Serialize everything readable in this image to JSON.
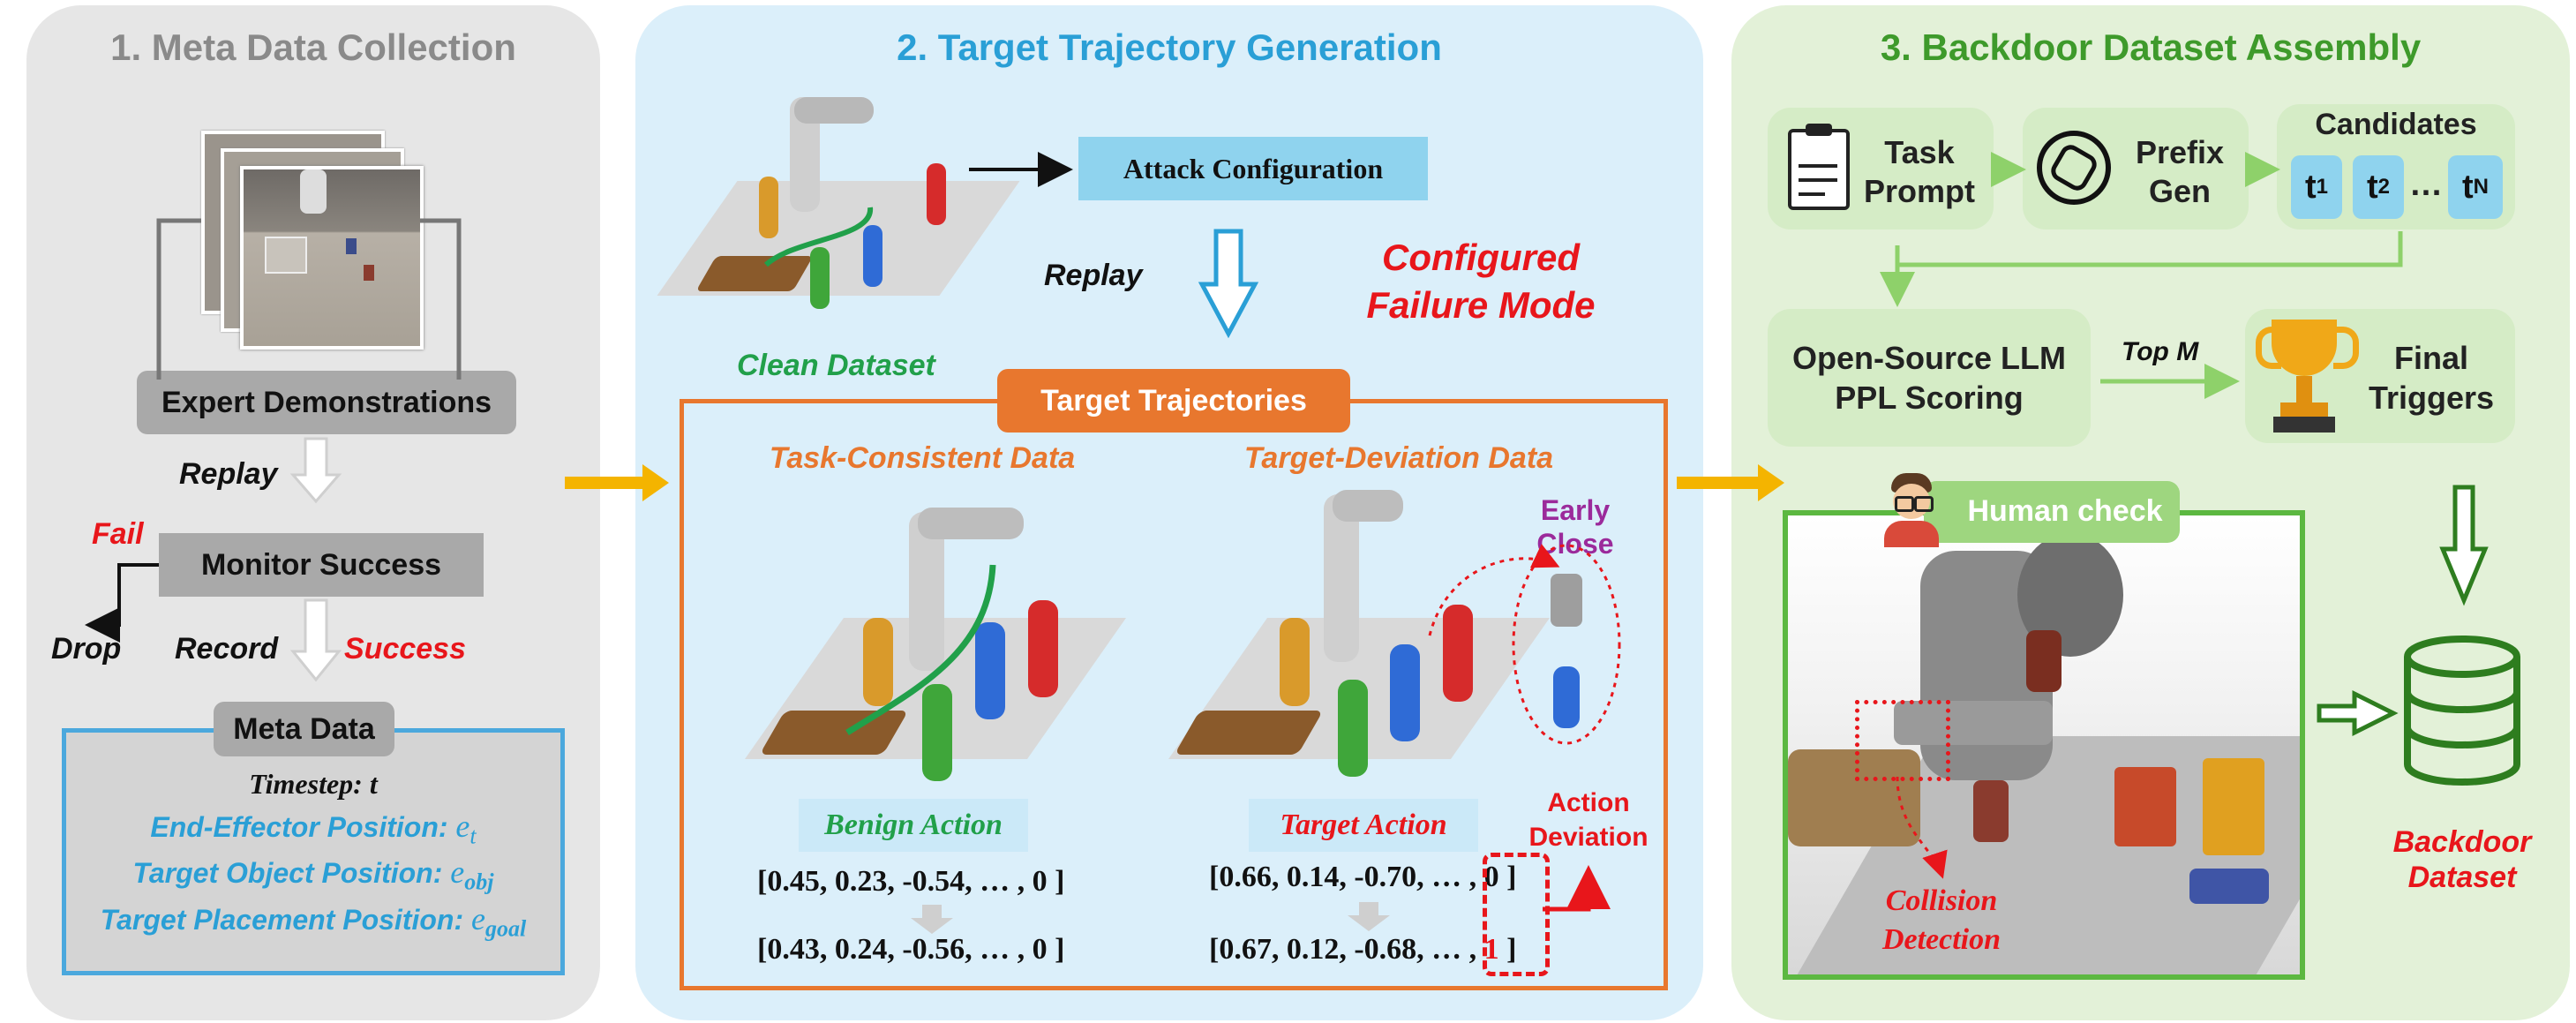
{
  "panel1": {
    "title": "1. Meta Data Collection",
    "expert": "Expert Demonstrations",
    "replay": "Replay",
    "fail": "Fail",
    "monitor": "Monitor Success",
    "drop": "Drop",
    "record": "Record",
    "success": "Success",
    "meta_title": "Meta Data",
    "timestep": "Timestep: t",
    "ee": "End-Effector Position: ",
    "ee_var": "e",
    "ee_sub": "t",
    "obj": "Target Object Position: ",
    "obj_var": "e",
    "obj_sub": "obj",
    "goal": "Target Placement Position: ",
    "goal_var": "e",
    "goal_sub": "goal"
  },
  "panel2": {
    "title": "2. Target Trajectory Generation",
    "attack": "Attack Configuration",
    "replay": "Replay",
    "configured_1": "Configured",
    "configured_2": "Failure Mode",
    "clean": "Clean Dataset",
    "target_traj": "Target Trajectories",
    "task_consistent": "Task-Consistent Data",
    "target_deviation": "Target-Deviation Data",
    "early_1": "Early",
    "early_2": "Close",
    "benign": "Benign Action",
    "target_action": "Target Action",
    "deviation_1": "Action",
    "deviation_2": "Deviation",
    "vec_b1": "[0.45, 0.23, -0.54, … , 0 ]",
    "vec_b2": "[0.43, 0.24, -0.56, … , 0 ]",
    "vec_t1": "[0.66, 0.14, -0.70, … , 0 ]",
    "vec_t2_pre": "[0.67, 0.12, -0.68, … , ",
    "vec_t2_val": "1",
    "vec_t2_post": " ]"
  },
  "panel3": {
    "title": "3. Backdoor Dataset Assembly",
    "task_1": "Task",
    "task_2": "Prompt",
    "prefix_1": "Prefix",
    "prefix_2": "Gen",
    "candidates": "Candidates",
    "t1": "t",
    "t1_sub": "1",
    "t2": "t",
    "t2_sub": "2",
    "dots": "…",
    "tn": "t",
    "tn_sub": "N",
    "llm_1": "Open-Source LLM",
    "llm_2": "PPL Scoring",
    "topm": "Top M",
    "final_1": "Final",
    "final_2": "Triggers",
    "human": "Human check",
    "collision_1": "Collision",
    "collision_2": "Detection",
    "backdoor_1": "Backdoor",
    "backdoor_2": "Dataset"
  },
  "colors": {
    "panel1_bg": "#e6e6e6",
    "panel2_bg": "#dbeffa",
    "panel3_bg": "#e3f1d8",
    "blue_text": "#2a9fd6",
    "red": "#e8161b",
    "green_text": "#21a04a",
    "orange": "#e8772e",
    "dark_green": "#2e7d1f",
    "arrow_yellow": "#f4b400"
  }
}
